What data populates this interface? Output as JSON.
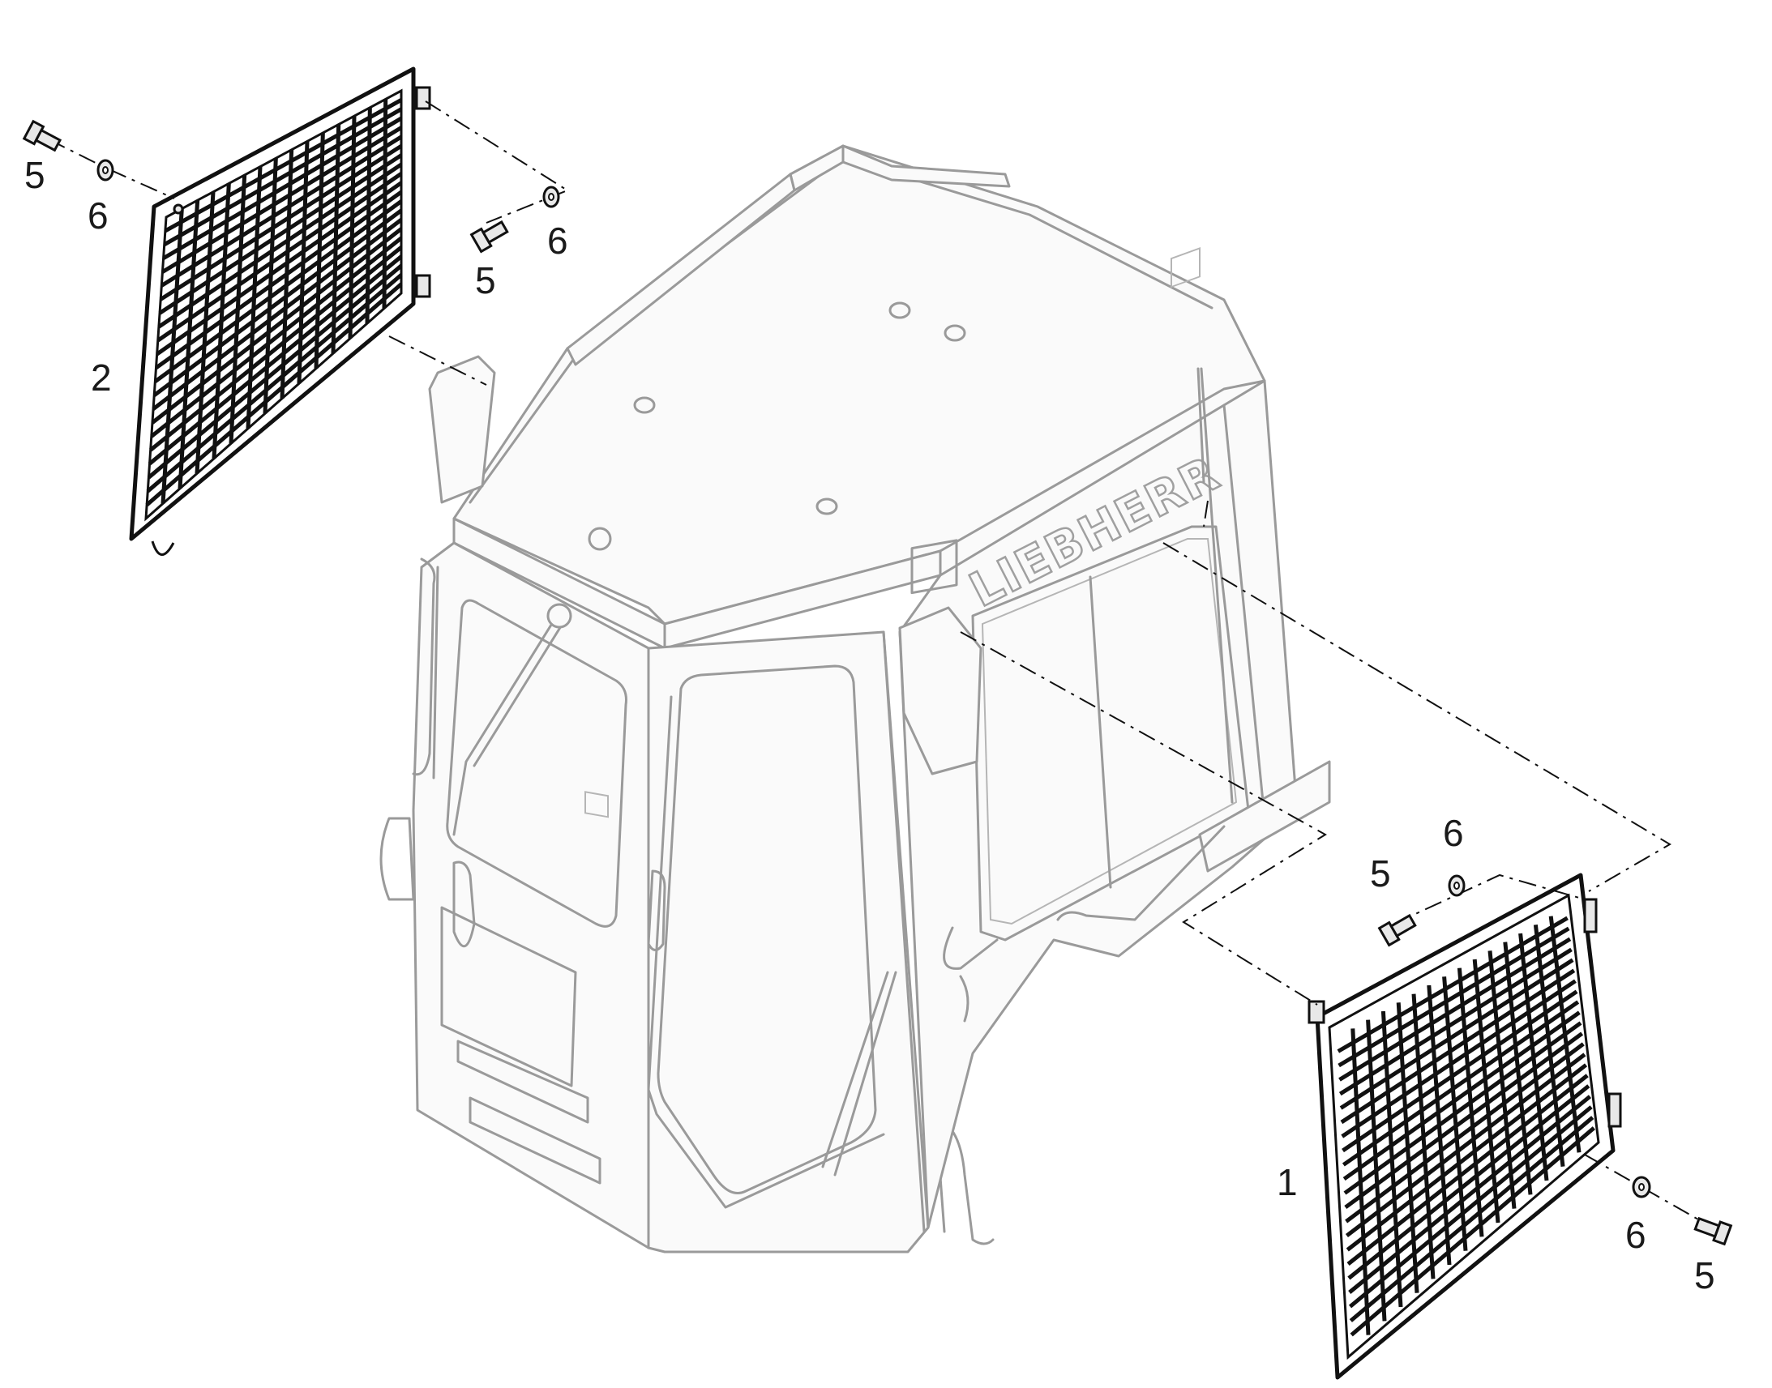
{
  "drawing": {
    "brand_logo": "LIEBHERR",
    "callouts": {
      "right_guard": "1",
      "left_guard": "2",
      "screw": "5",
      "washer": "6"
    }
  },
  "colors": {
    "line_dark": "#111111",
    "line_cab": "#9a9a9a",
    "background": "#ffffff"
  }
}
